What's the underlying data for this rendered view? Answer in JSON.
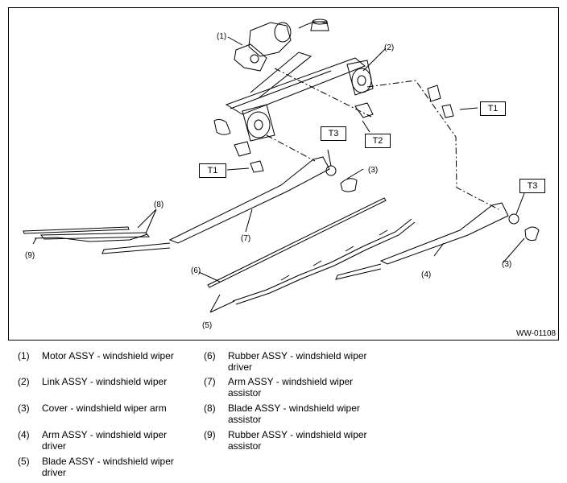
{
  "figure": {
    "id": "WW-01108",
    "torque_labels": {
      "t1": "T1",
      "t2": "T2",
      "t3": "T3"
    },
    "callouts": {
      "c1": "(1)",
      "c2": "(2)",
      "c3": "(3)",
      "c4": "(4)",
      "c5": "(5)",
      "c6": "(6)",
      "c7": "(7)",
      "c8": "(8)",
      "c9": "(9)"
    }
  },
  "legend": {
    "left": [
      {
        "num": "(1)",
        "lines": [
          "Motor ASSY - windshield wiper"
        ]
      },
      {
        "num": "(2)",
        "lines": [
          "Link ASSY - windshield wiper"
        ]
      },
      {
        "num": "(3)",
        "lines": [
          "Cover - windshield wiper arm"
        ]
      },
      {
        "num": "(4)",
        "lines": [
          "Arm ASSY - windshield wiper",
          "driver"
        ]
      },
      {
        "num": "(5)",
        "lines": [
          "Blade ASSY - windshield wiper",
          "driver"
        ]
      }
    ],
    "right": [
      {
        "num": "(6)",
        "lines": [
          "Rubber ASSY - windshield wiper",
          "driver"
        ]
      },
      {
        "num": "(7)",
        "lines": [
          "Arm ASSY - windshield wiper",
          "assistor"
        ]
      },
      {
        "num": "(8)",
        "lines": [
          "Blade ASSY - windshield wiper",
          "assistor"
        ]
      },
      {
        "num": "(9)",
        "lines": [
          "Rubber ASSY - windshield wiper",
          "assistor"
        ]
      }
    ]
  }
}
